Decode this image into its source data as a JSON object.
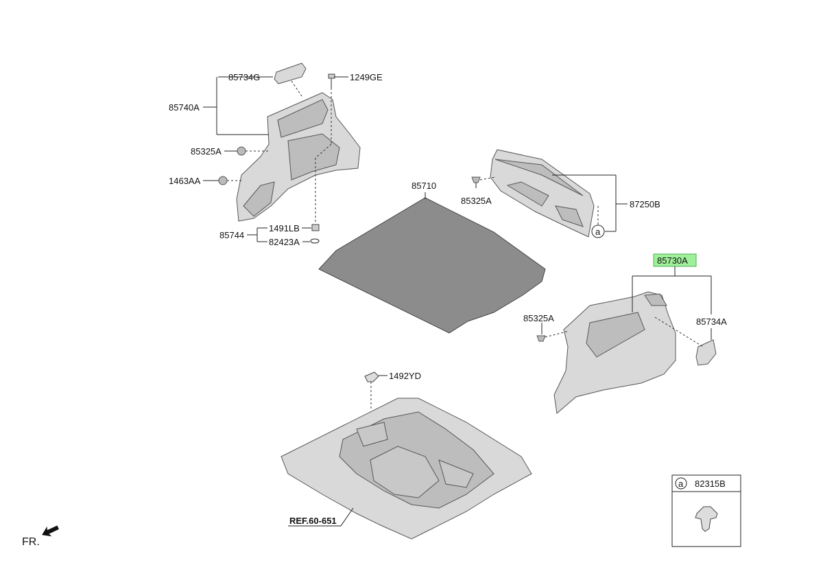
{
  "labels": {
    "p85734G": "85734G",
    "p1249GE": "1249GE",
    "p85740A": "85740A",
    "p85325A_1": "85325A",
    "p1463AA": "1463AA",
    "p1491LB": "1491LB",
    "p85744": "85744",
    "p82423A": "82423A",
    "p85710": "85710",
    "p85325A_2": "85325A",
    "p87250B": "87250B",
    "p85730A": "85730A",
    "p85325A_3": "85325A",
    "p85734A": "85734A",
    "p1492YD": "1492YD",
    "ref": "REF.60-651",
    "fr": "FR.",
    "circle_a": "a"
  },
  "legend_box": {
    "marker": "a",
    "part": "82315B"
  },
  "colors": {
    "highlight": "#9ff09a",
    "highlight_border": "#4caf50",
    "mat": "#8c8c8c",
    "trim": "#d9d9d9"
  }
}
